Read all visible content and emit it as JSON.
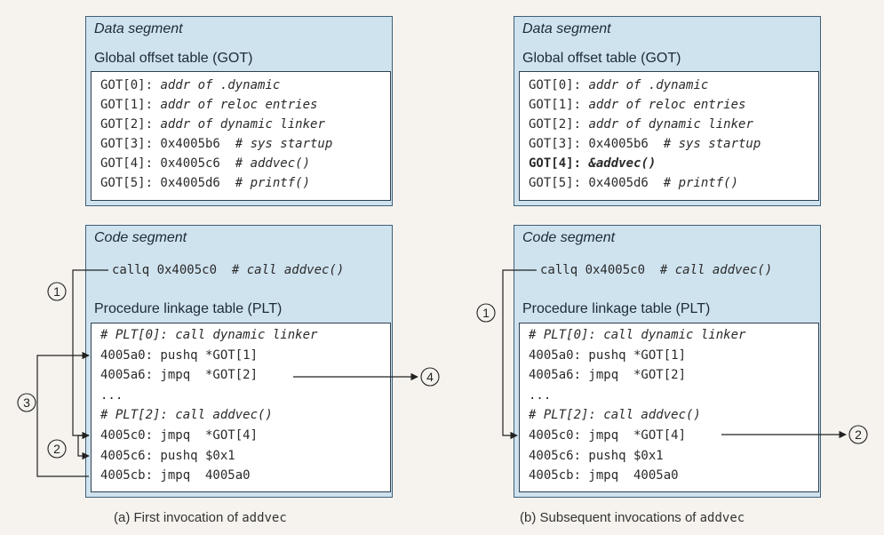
{
  "left": {
    "data_segment_title": "Data segment",
    "got_title": "Global offset table (GOT)",
    "got_lines": [
      {
        "pre": "GOT[0]: ",
        "body": "addr of .dynamic"
      },
      {
        "pre": "GOT[1]: ",
        "body": "addr of reloc entries"
      },
      {
        "pre": "GOT[2]: ",
        "body": "addr of dynamic linker"
      },
      {
        "pre": "GOT[3]: 0x4005b6  ",
        "body": "# sys startup"
      },
      {
        "pre": "GOT[4]: 0x4005c6  ",
        "body": "# addvec()"
      },
      {
        "pre": "GOT[5]: 0x4005d6  ",
        "body": "# printf()"
      }
    ],
    "code_segment_title": "Code segment",
    "callq_pre": "callq 0x4005c0  ",
    "callq_comment": "# call addvec()",
    "plt_title": "Procedure linkage table (PLT)",
    "plt_lines": [
      {
        "pre": "",
        "body": "# PLT[0]: call dynamic linker"
      },
      {
        "pre": "4005a0: pushq *GOT[1]",
        "body": ""
      },
      {
        "pre": "4005a6: jmpq  *GOT[2]",
        "body": ""
      },
      {
        "pre": "...",
        "body": ""
      },
      {
        "pre": "",
        "body": "# PLT[2]: call addvec()"
      },
      {
        "pre": "4005c0: jmpq  *GOT[4]",
        "body": ""
      },
      {
        "pre": "4005c6: pushq $0x1",
        "body": ""
      },
      {
        "pre": "4005cb: jmpq  4005a0",
        "body": ""
      }
    ],
    "caption_pre": "(a) First invocation of ",
    "caption_code": "addvec",
    "markers": {
      "m1": "1",
      "m2": "2",
      "m3": "3",
      "m4": "4"
    }
  },
  "right": {
    "data_segment_title": "Data segment",
    "got_title": "Global offset table (GOT)",
    "got_lines": [
      {
        "pre": "GOT[0]: ",
        "body": "addr of .dynamic",
        "bold": false
      },
      {
        "pre": "GOT[1]: ",
        "body": "addr of reloc entries",
        "bold": false
      },
      {
        "pre": "GOT[2]: ",
        "body": "addr of dynamic linker",
        "bold": false
      },
      {
        "pre": "GOT[3]: 0x4005b6  ",
        "body": "# sys startup",
        "bold": false
      },
      {
        "pre": "GOT[4]: ",
        "body": "&addvec()",
        "bold": true
      },
      {
        "pre": "GOT[5]: 0x4005d6  ",
        "body": "# printf()",
        "bold": false
      }
    ],
    "code_segment_title": "Code segment",
    "callq_pre": "callq 0x4005c0  ",
    "callq_comment": "# call addvec()",
    "plt_title": "Procedure linkage table (PLT)",
    "plt_lines": [
      {
        "pre": "",
        "body": "# PLT[0]: call dynamic linker"
      },
      {
        "pre": "4005a0: pushq *GOT[1]",
        "body": ""
      },
      {
        "pre": "4005a6: jmpq  *GOT[2]",
        "body": ""
      },
      {
        "pre": "...",
        "body": ""
      },
      {
        "pre": "",
        "body": "# PLT[2]: call addvec()"
      },
      {
        "pre": "4005c0: jmpq  *GOT[4]",
        "body": ""
      },
      {
        "pre": "4005c6: pushq $0x1",
        "body": ""
      },
      {
        "pre": "4005cb: jmpq  4005a0",
        "body": ""
      }
    ],
    "caption_pre": "(b) Subsequent invocations of ",
    "caption_code": "addvec",
    "markers": {
      "m1": "1",
      "m2": "2"
    }
  },
  "colors": {
    "segment_fill": "#cfe3ef",
    "segment_border": "#3f5f78",
    "box_border": "#2f3f4e",
    "background": "#f6f3ee"
  }
}
